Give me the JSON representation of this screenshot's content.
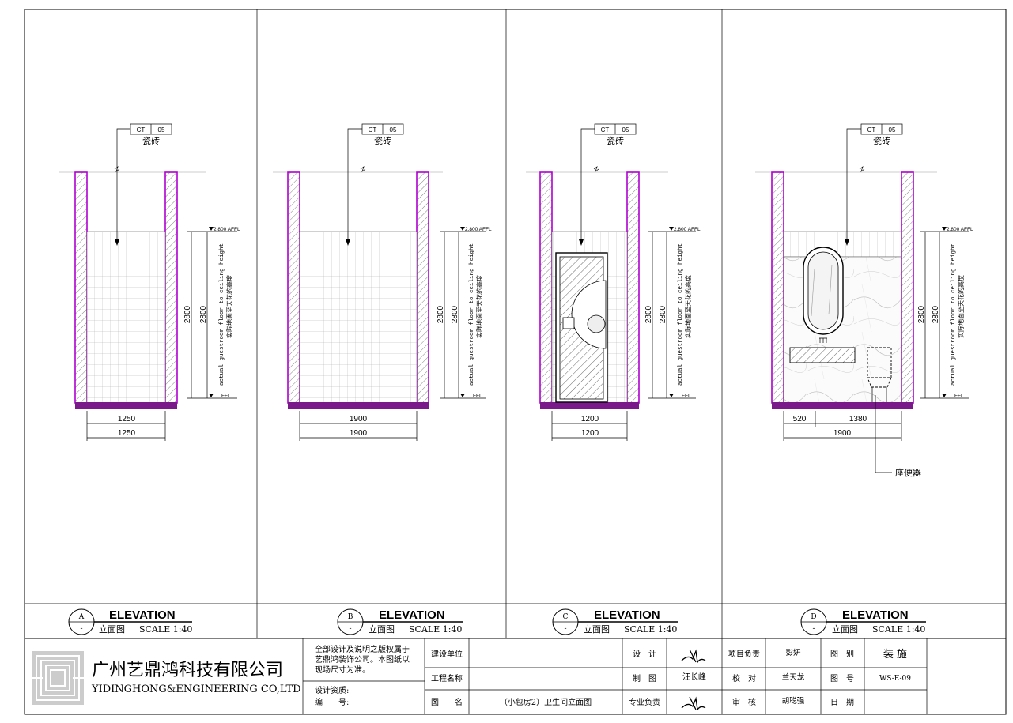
{
  "elevations": [
    {
      "id": "A",
      "heading": "ELEVATION",
      "sub": "立面图",
      "scale": "SCALE 1:40",
      "tag": "CT",
      "tag_no": "05",
      "material": "瓷砖",
      "dims": [
        "1250",
        "1250"
      ],
      "height": "2800",
      "height2": "2800",
      "level_top": "2.800 AFFL",
      "level_bottom": "FFL",
      "note_en": "actual guestroom floor to ceiling height",
      "note_cn": "实际地面至天花的高度"
    },
    {
      "id": "B",
      "heading": "ELEVATION",
      "sub": "立面图",
      "scale": "SCALE 1:40",
      "tag": "CT",
      "tag_no": "05",
      "material": "瓷砖",
      "dims": [
        "1900",
        "1900"
      ],
      "height": "2800",
      "height2": "2800",
      "level_top": "2.800 AFFL",
      "level_bottom": "FFL",
      "note_en": "actual guestroom floor to ceiling height",
      "note_cn": "实际地面至天花的高度"
    },
    {
      "id": "C",
      "heading": "ELEVATION",
      "sub": "立面图",
      "scale": "SCALE 1:40",
      "tag": "CT",
      "tag_no": "05",
      "material": "瓷砖",
      "dims": [
        "1200",
        "1200"
      ],
      "height": "2800",
      "height2": "2800",
      "level_top": "2.800 AFFL",
      "level_bottom": "FFL",
      "note_en": "actual guestroom floor to ceiling height",
      "note_cn": "实际地面至天花的高度"
    },
    {
      "id": "D",
      "heading": "ELEVATION",
      "sub": "立面图",
      "scale": "SCALE 1:40",
      "tag": "CT",
      "tag_no": "05",
      "material": "瓷砖",
      "dims": [
        "520",
        "1380",
        "1900"
      ],
      "height": "2800",
      "height2": "2800",
      "level_top": "2.800 AFFL",
      "level_bottom": "FFL",
      "note_en": "actual guestroom floor to ceiling height",
      "note_cn": "实际地面至天花的高度",
      "callout": "座便器"
    }
  ],
  "elevation_dash": "-",
  "title_block": {
    "company_cn": "广州艺鼎鸿科技有限公司",
    "company_en": "YIDINGHONG&ENGINEERING CO,LTD",
    "copyright_1": "全部设计及说明之版权属于",
    "copyright_2": "艺鼎鸿装饰公司。本图纸以",
    "copyright_3": "现场尺寸为准。",
    "qualification": "设计资质:",
    "number_label": "编　　号:",
    "client_label": "建设单位",
    "project_label": "工程名称",
    "drawing_label": "图　　名",
    "drawing_name": "（小包房2）卫生间立面图",
    "design_label": "设　计",
    "draw_label": "制　图",
    "drafter": "汪长峰",
    "discipline_label": "专业负责",
    "pm_label": "项目负责",
    "pm": "彭妍",
    "check_label": "校　对",
    "checker": "兰天龙",
    "review_label": "审　核",
    "reviewer": "胡聪强",
    "category_label": "图　别",
    "category": "装 施",
    "drawing_no_label": "图　号",
    "drawing_no": "WS-E-09",
    "date_label": "日　期"
  }
}
